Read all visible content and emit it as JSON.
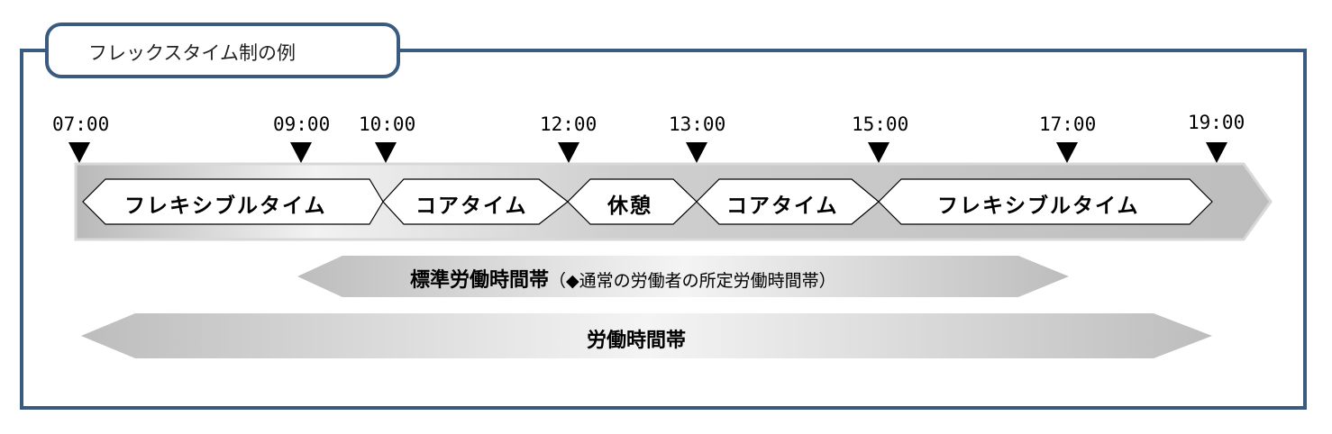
{
  "title": "フレックスタイム制の例",
  "times": [
    "07:00",
    "09:00",
    "10:00",
    "12:00",
    "13:00",
    "15:00",
    "17:00",
    "19:00"
  ],
  "segments": [
    {
      "label": "フレキシブルタイム"
    },
    {
      "label": "コアタイム"
    },
    {
      "label": "休憩"
    },
    {
      "label": "コアタイム"
    },
    {
      "label": "フレキシブルタイム"
    }
  ],
  "standard_band": {
    "label": "標準労働時間帯",
    "note": "（◆通常の労働者の所定労働時間帯）"
  },
  "working_band": {
    "label": "労働時間帯"
  },
  "colors": {
    "frame": "#3a5a80",
    "arrow_band": "#cfcfcf",
    "marker": "#000000"
  }
}
